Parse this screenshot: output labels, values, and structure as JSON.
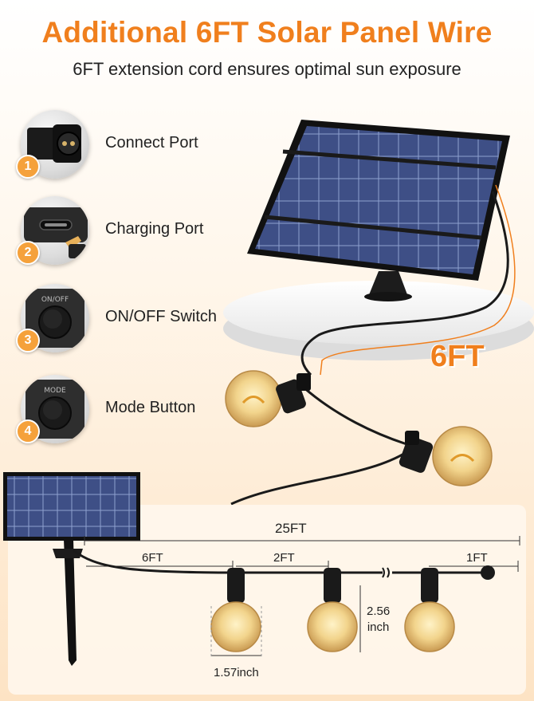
{
  "header": {
    "title": "Additional 6FT Solar Panel Wire",
    "subtitle": "6FT extension cord ensures optimal sun exposure"
  },
  "features": [
    {
      "number": "1",
      "label": "Connect Port",
      "icon": "connector-icon"
    },
    {
      "number": "2",
      "label": "Charging Port",
      "icon": "usb-c-icon"
    },
    {
      "number": "3",
      "label": "ON/OFF Switch",
      "icon": "power-button-icon",
      "button_text": "ON/OFF"
    },
    {
      "number": "4",
      "label": "Mode Button",
      "icon": "mode-button-icon",
      "button_text": "MODE"
    }
  ],
  "scene": {
    "extension_label": "6FT"
  },
  "dimensions": {
    "total": "25FT",
    "lead": "6FT",
    "spacing": "2FT",
    "tail": "1FT",
    "bulb_height_value": "2.56",
    "bulb_height_unit": "inch",
    "bulb_width": "1.57inch"
  },
  "colors": {
    "accent": "#f07f1d",
    "badge": "#f5a13b",
    "panel_cell": "#3e4f86",
    "bulb_glow": "#f2d48c"
  }
}
